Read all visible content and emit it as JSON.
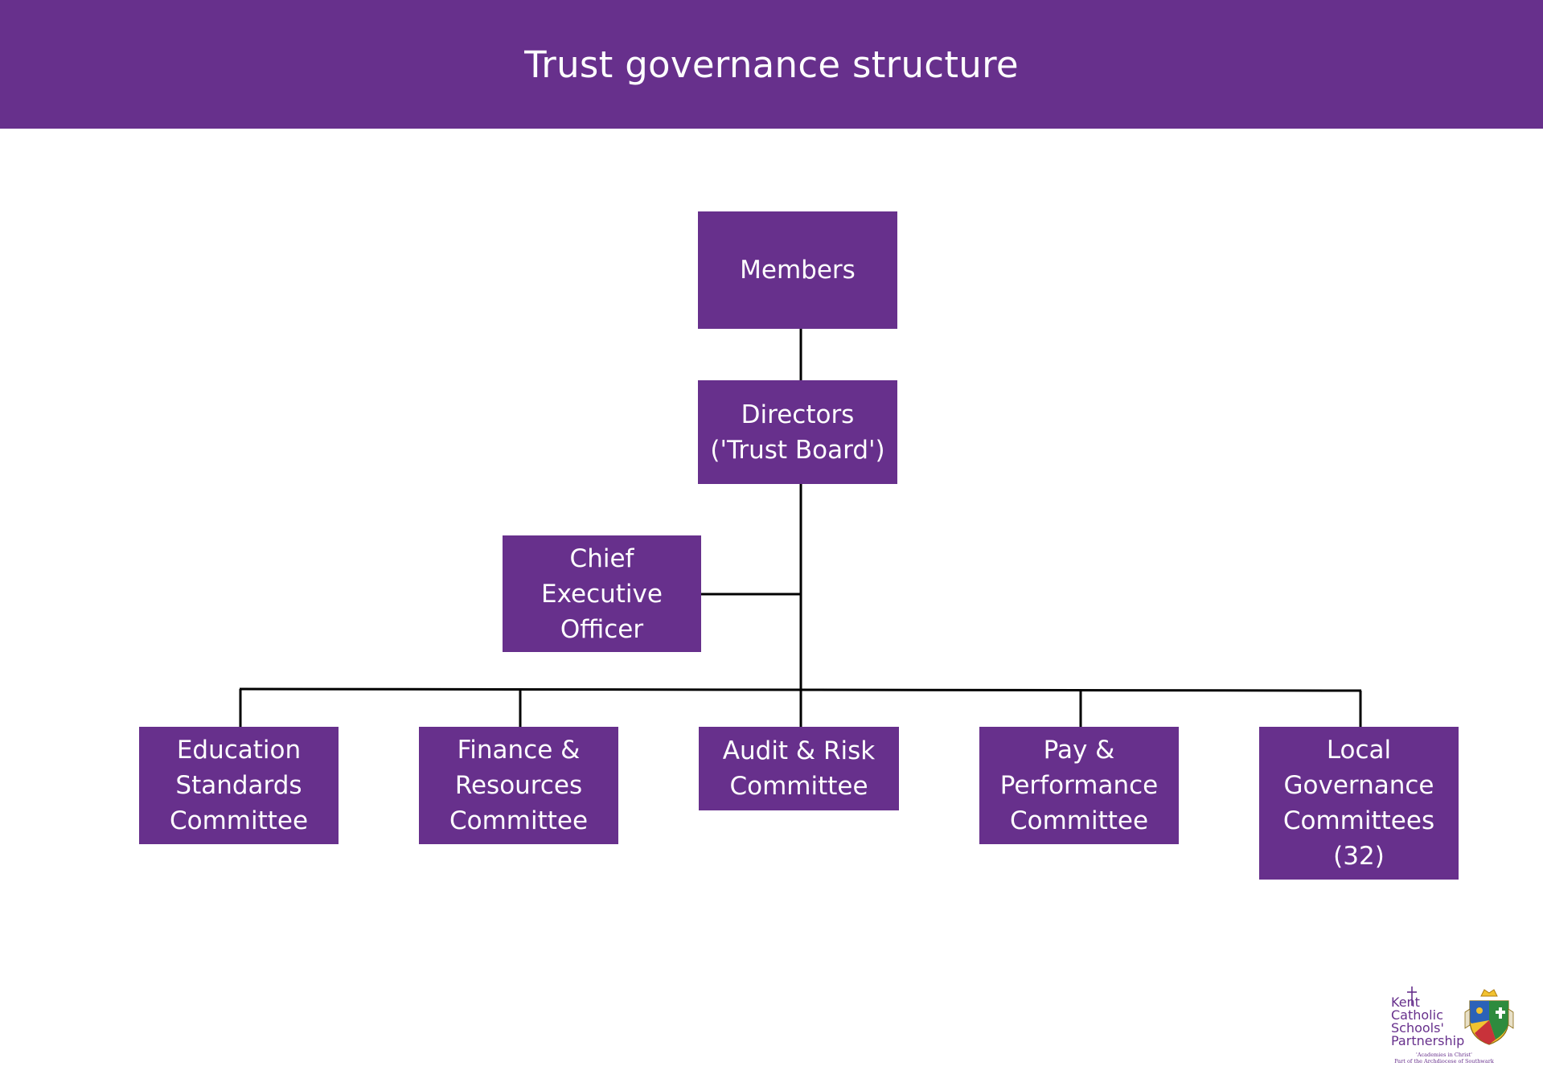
{
  "header": {
    "title": "Trust governance structure"
  },
  "colors": {
    "header_bg": "#67308c",
    "box_bg": "#67308c",
    "box_text": "#ffffff",
    "connector": "#000000"
  },
  "diagram": {
    "nodes": {
      "members": "Members",
      "directors": "Directors\n('Trust Board')",
      "ceo": "Chief\nExecutive\nOfficer",
      "education": "Education\nStandards\nCommittee",
      "finance": "Finance &\nResources\nCommittee",
      "audit": "Audit & Risk\nCommittee",
      "pay": "Pay &\nPerformance\nCommittee",
      "local": "Local\nGovernance\nCommittees\n(32)"
    },
    "edges": [
      [
        "members",
        "directors"
      ],
      [
        "directors",
        "ceo"
      ],
      [
        "directors",
        "education"
      ],
      [
        "directors",
        "finance"
      ],
      [
        "directors",
        "audit"
      ],
      [
        "directors",
        "pay"
      ],
      [
        "directors",
        "local"
      ]
    ]
  },
  "logo": {
    "name": "Kent\nCatholic\nSchools'\nPartnership",
    "motto": "'Academies in Christ'\nPart of the Archdiocese of Southwark",
    "icons": [
      "cross-icon",
      "coat-of-arms-icon"
    ]
  }
}
